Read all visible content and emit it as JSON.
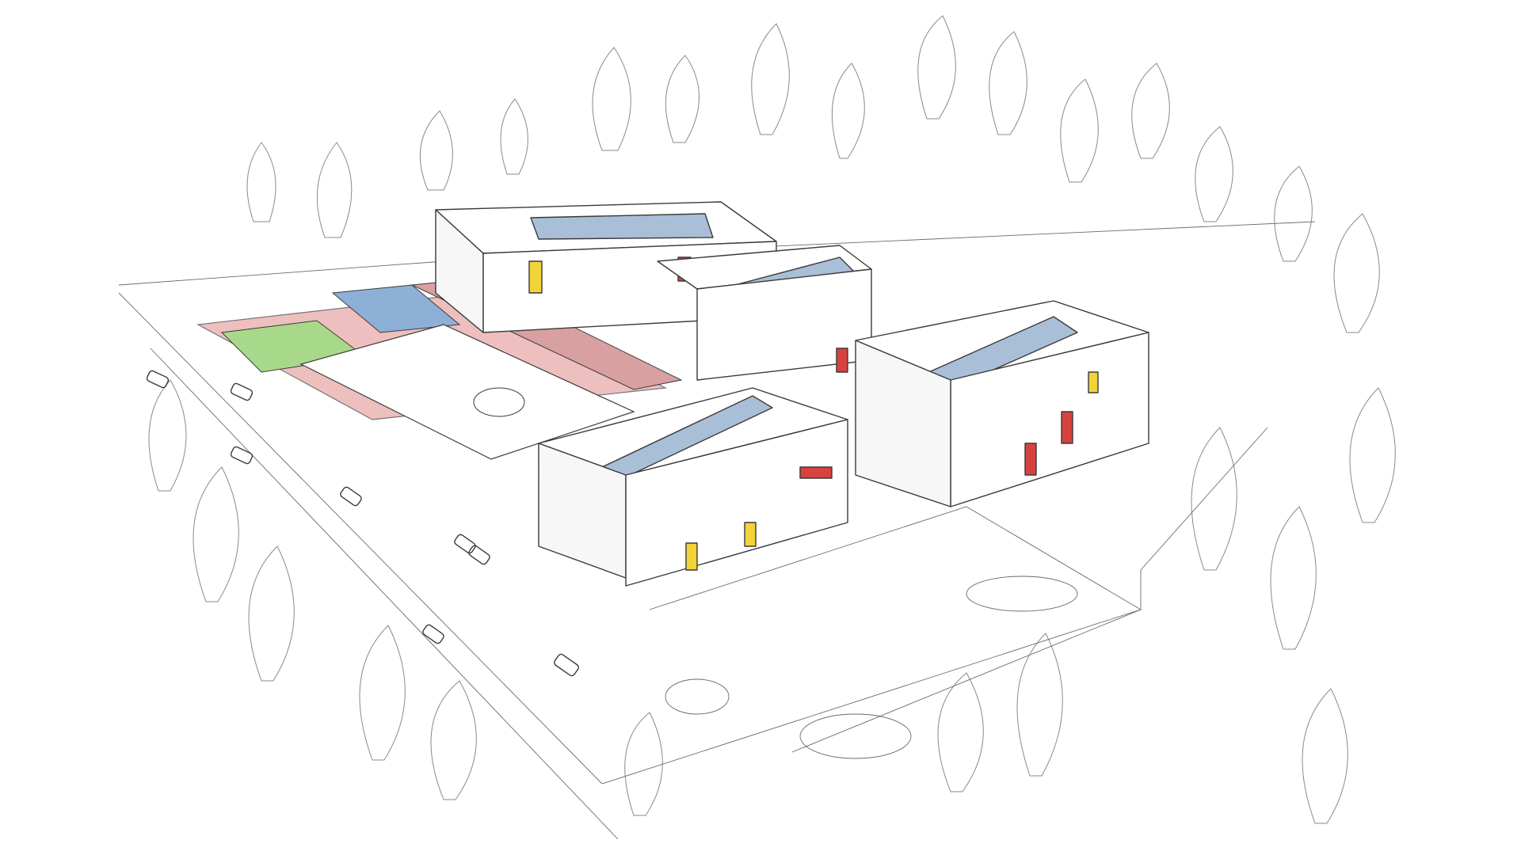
{
  "image": {
    "kind": "architectural-sketch",
    "view": "aerial-isometric",
    "subject": "school campus",
    "colors": {
      "background": "#ffffff",
      "ink": "#3a3a3a",
      "solar_panel": "#a9bfd8",
      "track": "#e8a5a5",
      "court": "#8fb0d6",
      "grass": "#a8d98a",
      "accent_red": "#d6433e",
      "accent_yellow": "#f2d33a"
    }
  }
}
